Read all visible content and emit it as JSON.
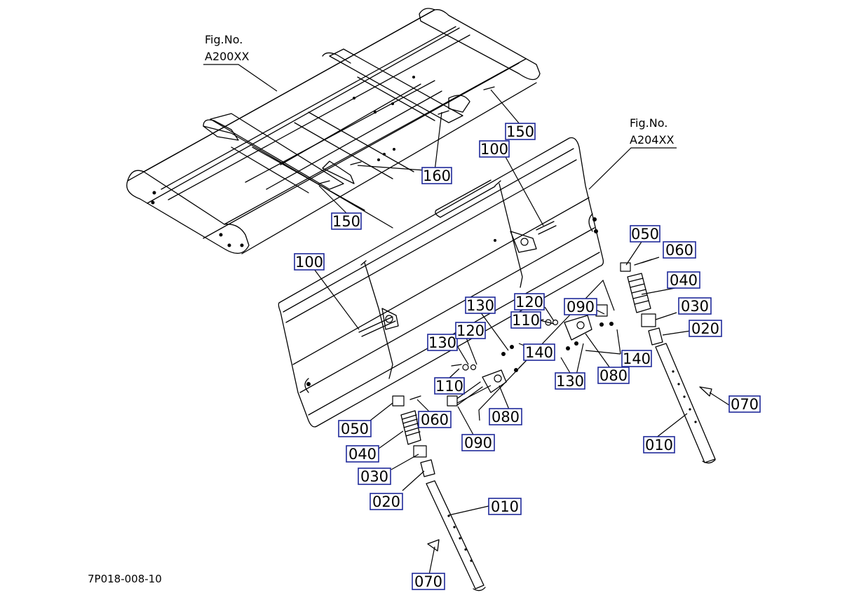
{
  "ref_labels": {
    "frame_fig_label": "Fig.No.",
    "frame_fig_number": "A200XX",
    "bucket_fig_label": "Fig.No.",
    "bucket_fig_number": "A204XX"
  },
  "drawing_id": "7P018-008-10",
  "callouts": [
    "150",
    "100",
    "160",
    "150",
    "100",
    "050",
    "060",
    "040",
    "030",
    "020",
    "070",
    "010",
    "130",
    "120",
    "110",
    "090",
    "140",
    "080",
    "130",
    "120",
    "140",
    "110",
    "130",
    "080",
    "060",
    "050",
    "090",
    "040",
    "030",
    "020",
    "010",
    "070"
  ],
  "colors": {
    "callout_border": "#1f2a9a",
    "line": "#000000",
    "background": "#ffffff"
  }
}
